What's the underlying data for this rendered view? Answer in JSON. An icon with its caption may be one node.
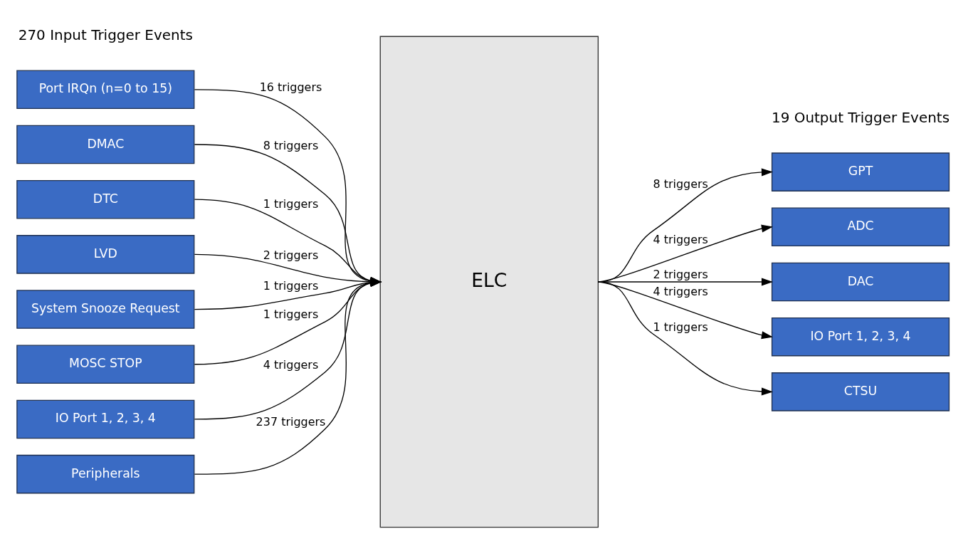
{
  "diagram": {
    "nodes": [
      {
        "text": [
          "Port IRQn (n=0 to 15)"
        ]
      },
      {
        "text": [
          "DMAC"
        ]
      },
      {
        "text": [
          "DTC"
        ]
      },
      {
        "text": [
          "LVD"
        ]
      },
      {
        "text": [
          "System Snooze Request"
        ]
      },
      {
        "text": [
          "MOSC STOP"
        ]
      },
      {
        "text": [
          "IO Port 1, 2, 3, 4"
        ]
      },
      {
        "text": [
          "Peripherals"
        ]
      },
      {
        "text": [
          "ELC"
        ]
      },
      {
        "text": [
          "GPT"
        ]
      },
      {
        "text": [
          "ADC"
        ]
      },
      {
        "text": [
          "DAC"
        ]
      },
      {
        "text": [
          "IO Port 1, 2, 3, 4"
        ]
      },
      {
        "text": [
          "CTSU"
        ]
      }
    ],
    "edges": [
      {
        "from": 0,
        "to": 8,
        "arrow": "to",
        "label": "16 triggers"
      },
      {
        "from": 1,
        "to": 8,
        "arrow": "to",
        "label": "8 triggers"
      },
      {
        "from": 2,
        "to": 8,
        "arrow": "to",
        "label": "1 triggers"
      },
      {
        "from": 3,
        "to": 8,
        "arrow": "to",
        "label": "2 triggers"
      },
      {
        "from": 4,
        "to": 8,
        "arrow": "to",
        "label": "1 triggers"
      },
      {
        "from": 5,
        "to": 8,
        "arrow": "to",
        "label": "1 triggers"
      },
      {
        "from": 6,
        "to": 8,
        "arrow": "to",
        "label": "4 triggers"
      },
      {
        "from": 7,
        "to": 8,
        "arrow": "to",
        "label": "237 triggers"
      },
      {
        "from": 8,
        "to": 9,
        "arrow": "to",
        "label": "8 triggers"
      },
      {
        "from": 8,
        "to": 10,
        "arrow": "to",
        "label": "4 triggers"
      },
      {
        "from": 8,
        "to": 11,
        "arrow": "to",
        "label": "2 triggers"
      },
      {
        "from": 8,
        "to": 12,
        "arrow": "to",
        "label": "4 triggers"
      },
      {
        "from": 8,
        "to": 13,
        "arrow": "to",
        "label": "1 triggers"
      }
    ],
    "labels": [
      "270 Input Trigger Events",
      "19 Output Trigger Events"
    ]
  }
}
